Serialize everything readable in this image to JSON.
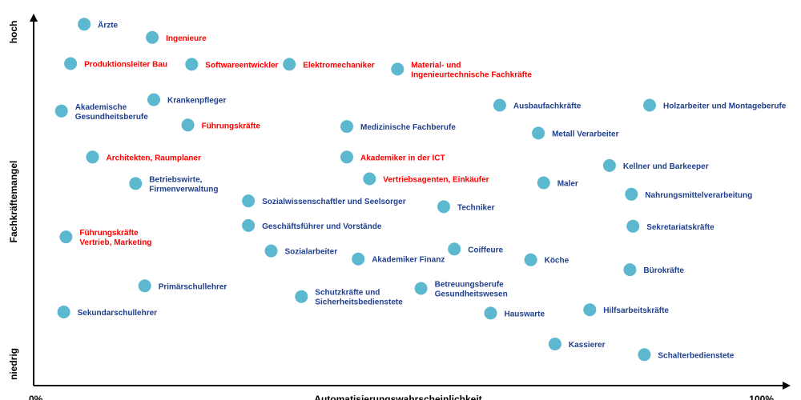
{
  "chart_data": {
    "type": "scatter",
    "title": "",
    "xlabel": "Automatisierungswahrscheinlichkeit",
    "ylabel": "Fachkräftemangel",
    "x_tick_labels": [
      "0%",
      "100%"
    ],
    "y_tick_labels": [
      "niedrig",
      "hoch"
    ],
    "xlim": [
      0,
      100
    ],
    "ylim": [
      0,
      100
    ],
    "grid": false,
    "colors": {
      "marker": "#5bb8cf",
      "label_blue": "#1f3f8f",
      "label_red": "#ff0000",
      "axis": "#000000"
    },
    "points": [
      {
        "label": [
          "Ärzte"
        ],
        "x": 5.3,
        "y": 96.9,
        "color": "blue"
      },
      {
        "label": [
          "Ingenieure"
        ],
        "x": 14.3,
        "y": 93.3,
        "color": "red"
      },
      {
        "label": [
          "Produktionsleiter Bau"
        ],
        "x": 3.5,
        "y": 86.2,
        "color": "red"
      },
      {
        "label": [
          "Softwareentwickler"
        ],
        "x": 19.5,
        "y": 86.0,
        "color": "red"
      },
      {
        "label": [
          "Elektromechaniker"
        ],
        "x": 32.4,
        "y": 86.0,
        "color": "red"
      },
      {
        "label": [
          "Material- und",
          "Ingenieurtechnische Fachkräfte"
        ],
        "x": 46.7,
        "y": 84.7,
        "color": "red"
      },
      {
        "label": [
          "Krankenpfleger"
        ],
        "x": 14.5,
        "y": 76.4,
        "color": "blue"
      },
      {
        "label": [
          "Akademische",
          "Gesundheitsberufe"
        ],
        "x": 2.3,
        "y": 73.3,
        "color": "blue"
      },
      {
        "label": [
          "Ausbaufachkräfte"
        ],
        "x": 60.2,
        "y": 74.9,
        "color": "blue"
      },
      {
        "label": [
          "Holzarbeiter und Montageberufe"
        ],
        "x": 80.0,
        "y": 74.9,
        "color": "blue"
      },
      {
        "label": [
          "Führungskräfte"
        ],
        "x": 19.0,
        "y": 69.5,
        "color": "red"
      },
      {
        "label": [
          "Medizinische Fachberufe"
        ],
        "x": 40.0,
        "y": 69.1,
        "color": "blue"
      },
      {
        "label": [
          "Metall Verarbeiter"
        ],
        "x": 65.3,
        "y": 67.3,
        "color": "blue"
      },
      {
        "label": [
          "Architekten, Raumplaner"
        ],
        "x": 6.4,
        "y": 60.8,
        "color": "red"
      },
      {
        "label": [
          "Akademiker in der ICT"
        ],
        "x": 40.0,
        "y": 60.8,
        "color": "red"
      },
      {
        "label": [
          "Kellner und Barkeeper"
        ],
        "x": 74.7,
        "y": 58.5,
        "color": "blue"
      },
      {
        "label": [
          "Vertriebsagenten, Einkäufer"
        ],
        "x": 43.0,
        "y": 54.9,
        "color": "red"
      },
      {
        "label": [
          "Betriebswirte,",
          "Firmenverwaltung"
        ],
        "x": 12.1,
        "y": 53.6,
        "color": "blue"
      },
      {
        "label": [
          "Maler"
        ],
        "x": 66.0,
        "y": 53.8,
        "color": "blue"
      },
      {
        "label": [
          "Sozialwissenschaftler und Seelsorger"
        ],
        "x": 27.0,
        "y": 48.9,
        "color": "blue"
      },
      {
        "label": [
          "Nahrungsmittelverarbeitung"
        ],
        "x": 77.6,
        "y": 50.7,
        "color": "blue"
      },
      {
        "label": [
          "Techniker"
        ],
        "x": 52.8,
        "y": 47.3,
        "color": "blue"
      },
      {
        "label": [
          "Geschäftsführer und Vorstände"
        ],
        "x": 27.0,
        "y": 42.2,
        "color": "blue"
      },
      {
        "label": [
          "Sekretariatskräfte"
        ],
        "x": 77.8,
        "y": 42.0,
        "color": "blue"
      },
      {
        "label": [
          "Führungskräfte",
          "Vertrieb, Marketing"
        ],
        "x": 2.9,
        "y": 39.1,
        "color": "red"
      },
      {
        "label": [
          "Coiffeure"
        ],
        "x": 54.2,
        "y": 35.8,
        "color": "blue"
      },
      {
        "label": [
          "Sozialarbeiter"
        ],
        "x": 30.0,
        "y": 35.3,
        "color": "blue"
      },
      {
        "label": [
          "Akademiker Finanz"
        ],
        "x": 41.5,
        "y": 33.1,
        "color": "blue"
      },
      {
        "label": [
          "Köche"
        ],
        "x": 64.3,
        "y": 32.9,
        "color": "blue"
      },
      {
        "label": [
          "Bürokräfte"
        ],
        "x": 77.4,
        "y": 30.2,
        "color": "blue"
      },
      {
        "label": [
          "Primärschullehrer"
        ],
        "x": 13.3,
        "y": 25.8,
        "color": "blue"
      },
      {
        "label": [
          "Betreuungsberufe",
          "Gesundheitswesen"
        ],
        "x": 49.8,
        "y": 25.1,
        "color": "blue"
      },
      {
        "label": [
          "Schutzkräfte und",
          "Sicherheitsbedienstete"
        ],
        "x": 34.0,
        "y": 22.9,
        "color": "blue"
      },
      {
        "label": [
          "Sekundarschullehrer"
        ],
        "x": 2.6,
        "y": 18.7,
        "color": "blue"
      },
      {
        "label": [
          "Hauswarte"
        ],
        "x": 59.0,
        "y": 18.4,
        "color": "blue"
      },
      {
        "label": [
          "Hilfsarbeitskräfte"
        ],
        "x": 72.1,
        "y": 19.3,
        "color": "blue"
      },
      {
        "label": [
          "Kassierer"
        ],
        "x": 67.5,
        "y": 10.0,
        "color": "blue"
      },
      {
        "label": [
          "Schalterbedienstete"
        ],
        "x": 79.3,
        "y": 7.1,
        "color": "blue"
      }
    ]
  }
}
